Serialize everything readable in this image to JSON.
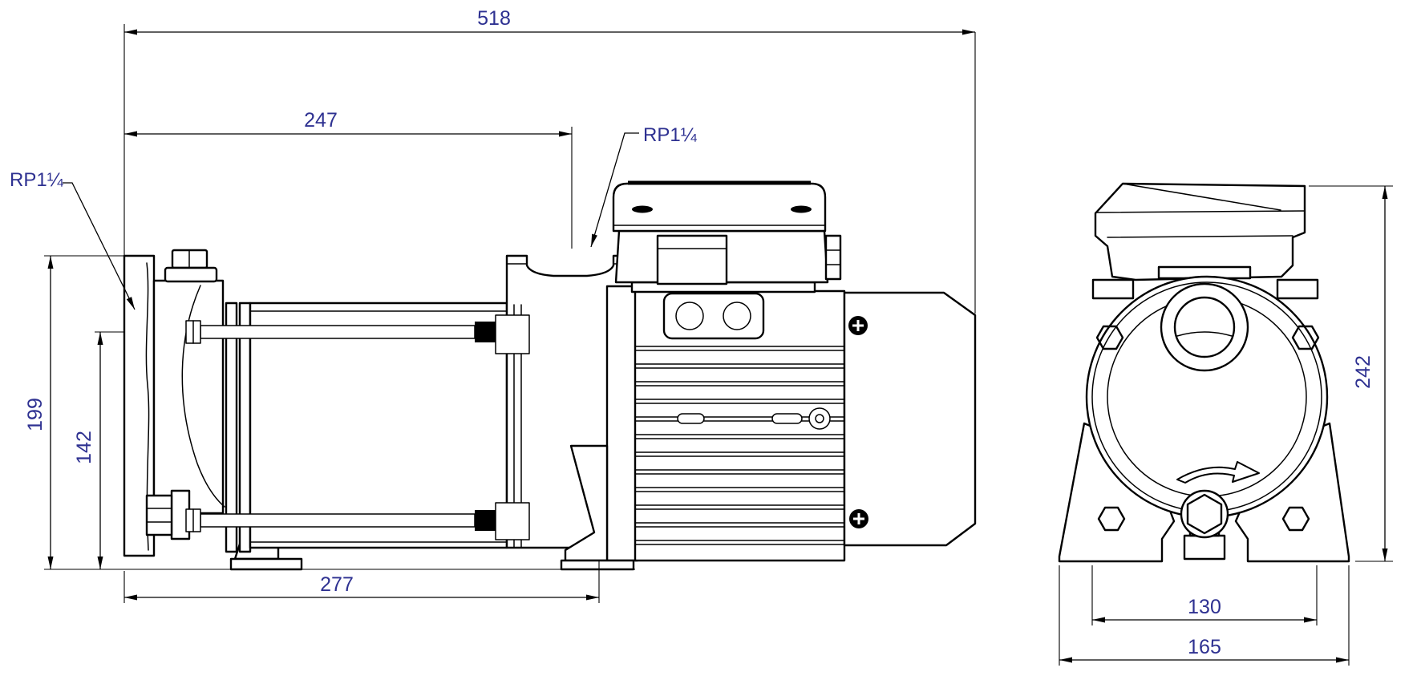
{
  "colors": {
    "background": "#ffffff",
    "line": "#000000",
    "dimension_text": "#2e3191"
  },
  "side_view": {
    "overall_length_mm": "518",
    "port_distance_mm": "247",
    "foot_span_mm": "277",
    "port_height_mm": "199",
    "shaft_height_mm": "142",
    "suction_port_label": "RP1¼",
    "discharge_port_label": "RP1¼"
  },
  "front_view": {
    "overall_height_mm": "242",
    "foot_hole_span_mm": "130",
    "foot_width_mm": "165"
  }
}
